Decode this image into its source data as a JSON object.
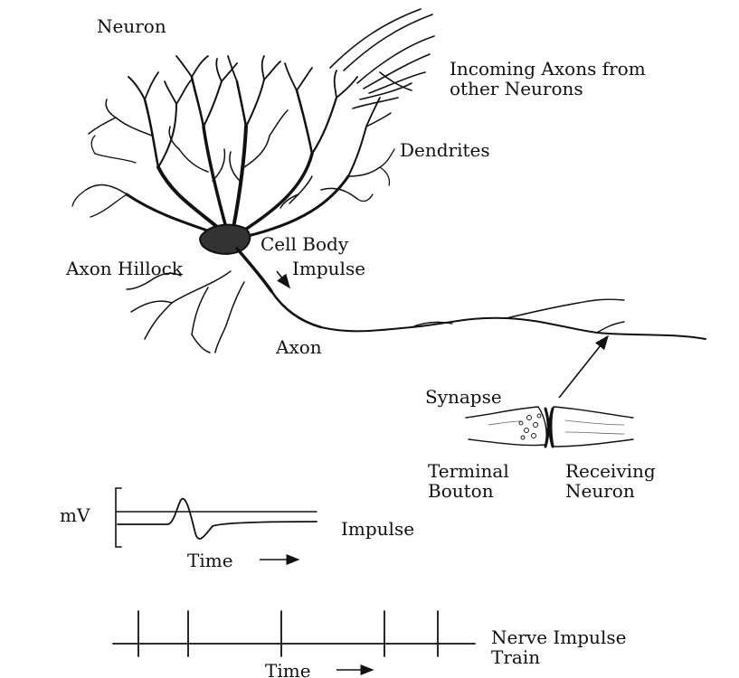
{
  "labels": {
    "neuron": "Neuron",
    "incoming_axons": [
      "Incoming Axons from",
      "other Neurons"
    ],
    "dendrites": "Dendrites",
    "cell_body": "Cell Body",
    "axon_hillock": "Axon Hillock",
    "impulse_arrow": "Impulse",
    "axon": "Axon",
    "synapse": "Synapse",
    "terminal_bouton": [
      "Terminal",
      "Bouton"
    ],
    "receiving_neuron": [
      "Receiving",
      "Neuron"
    ],
    "mv": "mV",
    "impulse_trace": "Impulse",
    "time_trace": "Time",
    "nerve_impulse_train": [
      "Nerve Impulse",
      "Train"
    ],
    "time_train": "Time"
  },
  "colors": {
    "ink": "#111111",
    "background": "#ffffff"
  },
  "icons": {
    "time_arrow": "arrow-right-icon",
    "impulse_arrow": "arrow-down-right-icon",
    "synapse_pointer": "arrow-up-right-icon"
  }
}
